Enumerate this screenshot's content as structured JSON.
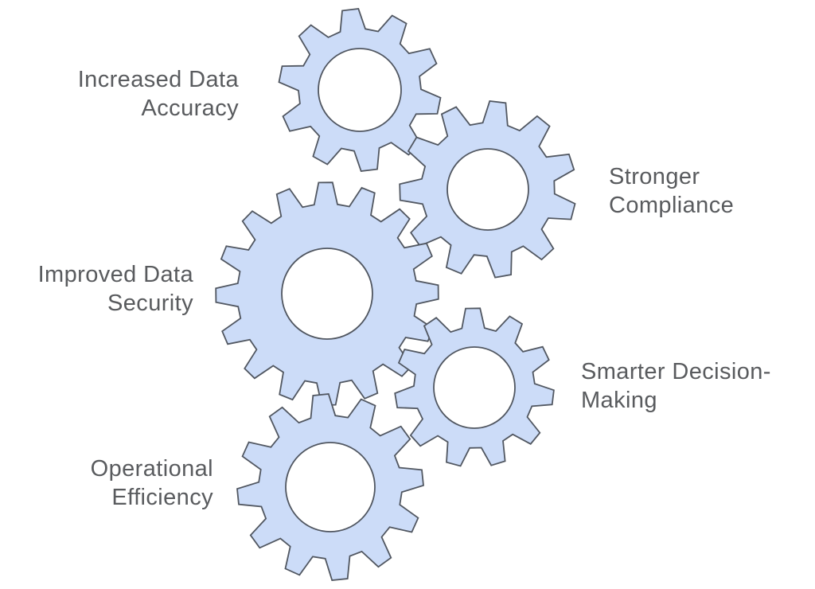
{
  "diagram": {
    "title": "",
    "gear_fill": "#ccdcf8",
    "gear_stroke": "#515761",
    "hole_fill": "#ffffff",
    "text_color": "#595b5e",
    "items": [
      {
        "id": "increased-data-accuracy",
        "lines": [
          "Increased Data",
          "Accuracy"
        ]
      },
      {
        "id": "stronger-compliance",
        "lines": [
          "Stronger",
          "Compliance"
        ]
      },
      {
        "id": "improved-data-security",
        "lines": [
          "Improved Data",
          "Security"
        ]
      },
      {
        "id": "smarter-decision-making",
        "lines": [
          "Smarter Decision-",
          "Making"
        ]
      },
      {
        "id": "operational-efficiency",
        "lines": [
          "Operational",
          "Efficiency"
        ]
      }
    ]
  }
}
